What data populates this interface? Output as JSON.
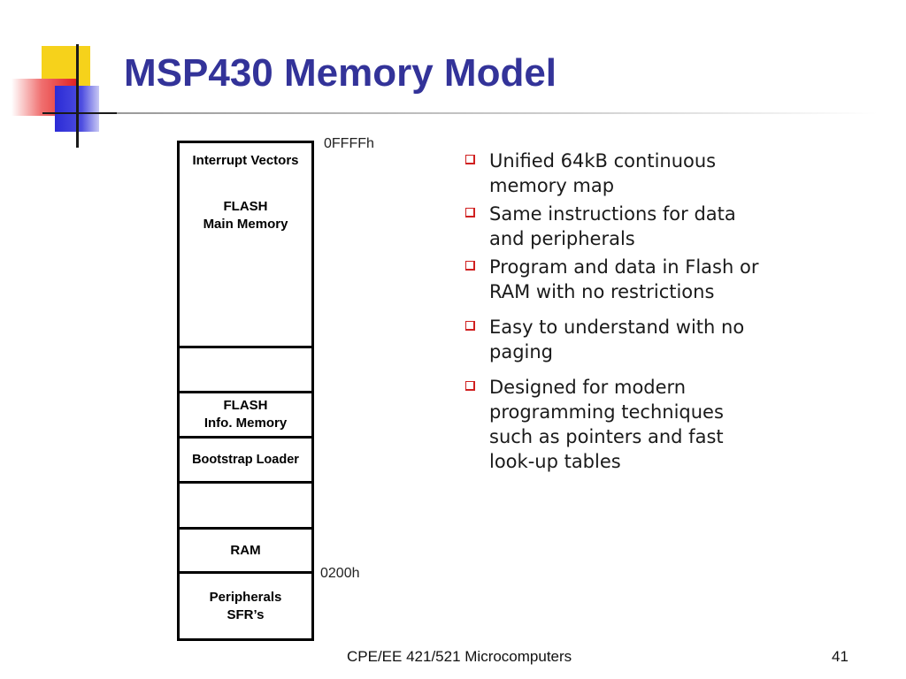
{
  "slide": {
    "title": "MSP430 Memory Model",
    "footer": "CPE/EE 421/521 Microcomputers",
    "page_number": "41"
  },
  "memory_map": {
    "top_address": "0FFFFh",
    "ram_top_address": "0200h",
    "blocks": [
      {
        "label_line1": "Interrupt Vectors",
        "label_line2": "FLASH",
        "label_line3": "Main Memory"
      },
      {
        "label_line1": ""
      },
      {
        "label_line1": "FLASH",
        "label_line2": "Info. Memory"
      },
      {
        "label_line1": "Bootstrap Loader"
      },
      {
        "label_line1": ""
      },
      {
        "label_line1": "RAM"
      },
      {
        "label_line1": "Peripherals",
        "label_line2": "SFR’s"
      }
    ]
  },
  "bullets": [
    {
      "text": "Unified 64kB continuous memory map"
    },
    {
      "text": "Same instructions for data and peripherals"
    },
    {
      "text": "Program and data in Flash or RAM with no restrictions"
    },
    {
      "text": "Easy to understand with no paging"
    },
    {
      "text": "Designed for modern programming techniques such as pointers and fast look-up tables"
    }
  ],
  "colors": {
    "title": "#333399",
    "bullet_marker": "#d02020"
  },
  "icons": {
    "bullet": "checkbox-bullet-icon",
    "logo": "slide-logo-icon"
  }
}
